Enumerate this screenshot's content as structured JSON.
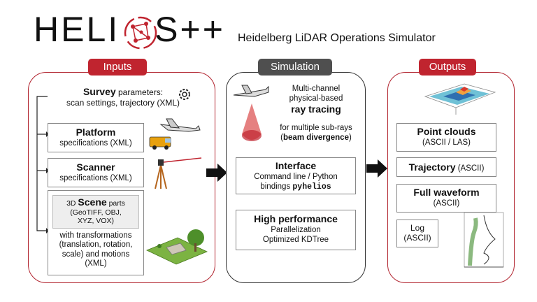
{
  "header": {
    "logo_left": "HELI",
    "logo_right": "S++",
    "subtitle": "Heidelberg LiDAR Operations Simulator"
  },
  "colors": {
    "accent": "#c0242f",
    "dark": "#4f4f4f"
  },
  "inputs": {
    "tag": "Inputs",
    "survey": {
      "bold": "Survey",
      "rest": " parameters:",
      "line2": "scan settings, trajectory (XML)"
    },
    "platform": {
      "title": "Platform",
      "desc": "specifications (XML)"
    },
    "scanner": {
      "title": "Scanner",
      "desc": "specifications (XML)"
    },
    "scene": {
      "prefix": "3D ",
      "bold": "Scene",
      "rest": " parts",
      "line2": "(GeoTIFF, OBJ,",
      "line3": "XYZ, VOX)",
      "t1": "with transformations",
      "t2": "(translation, rotation,",
      "t3": "scale) and motions",
      "t4": "(XML)"
    }
  },
  "simulation": {
    "tag": "Simulation",
    "ray1": "Multi-channel",
    "ray2": "physical-based",
    "ray3": "ray tracing",
    "beam1": "for multiple sub-rays",
    "beam2": "beam divergence",
    "interface": {
      "title": "Interface",
      "l1": "Command line / Python",
      "l2a": "bindings ",
      "l2b": "pyhelios"
    },
    "perf": {
      "title": "High performance",
      "l1": "Parallelization",
      "l2": "Optimized KDTree"
    }
  },
  "outputs": {
    "tag": "Outputs",
    "points": {
      "title": "Point clouds",
      "desc": "(ASCII / LAS)"
    },
    "trajectory": {
      "title": "Trajectory",
      "desc": " (ASCII)"
    },
    "waveform": {
      "title": "Full waveform",
      "desc": "(ASCII)"
    },
    "log": {
      "title": "Log",
      "desc": "(ASCII)"
    }
  },
  "icons": [
    "gear-icon",
    "airplane-icon",
    "van-icon",
    "tripod-scanner-icon",
    "landscape-icon",
    "lidar-cone-icon",
    "point-cloud-icon",
    "waveform-icon"
  ]
}
